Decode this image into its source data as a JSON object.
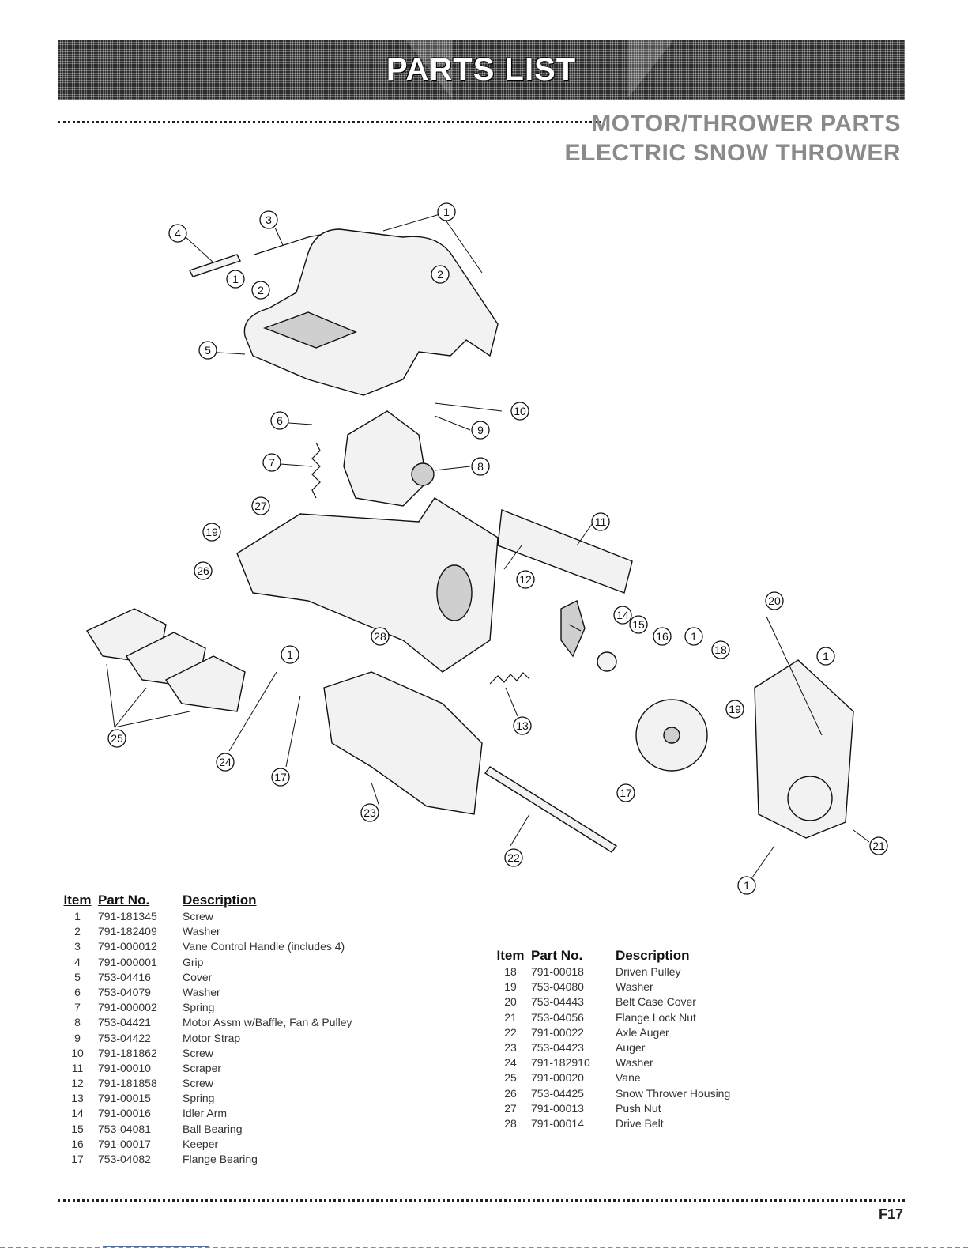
{
  "banner": {
    "title": "PARTS LIST"
  },
  "section": {
    "line1": "MOTOR/THROWER PARTS",
    "line2": "ELECTRIC SNOW THROWER"
  },
  "callouts": [
    "1",
    "2",
    "3",
    "4",
    "5",
    "6",
    "7",
    "8",
    "9",
    "10",
    "11",
    "12",
    "13",
    "14",
    "15",
    "16",
    "17",
    "18",
    "19",
    "20",
    "21",
    "22",
    "23",
    "24",
    "25",
    "26",
    "27",
    "28"
  ],
  "table": {
    "headers": {
      "item": "Item",
      "part_no": "Part No.",
      "description": "Description"
    },
    "left_rows": [
      {
        "item": "1",
        "part_no": "791-181345",
        "description": "Screw"
      },
      {
        "item": "2",
        "part_no": "791-182409",
        "description": "Washer"
      },
      {
        "item": "3",
        "part_no": "791-000012",
        "description": "Vane Control Handle (includes 4)"
      },
      {
        "item": "4",
        "part_no": "791-000001",
        "description": "Grip"
      },
      {
        "item": "5",
        "part_no": "753-04416",
        "description": "Cover"
      },
      {
        "item": "6",
        "part_no": "753-04079",
        "description": "Washer"
      },
      {
        "item": "7",
        "part_no": "791-000002",
        "description": "Spring"
      },
      {
        "item": "8",
        "part_no": "753-04421",
        "description": "Motor Assm w/Baffle, Fan & Pulley"
      },
      {
        "item": "9",
        "part_no": "753-04422",
        "description": "Motor Strap"
      },
      {
        "item": "10",
        "part_no": "791-181862",
        "description": "Screw"
      },
      {
        "item": "11",
        "part_no": "791-00010",
        "description": "Scraper"
      },
      {
        "item": "12",
        "part_no": "791-181858",
        "description": "Screw"
      },
      {
        "item": "13",
        "part_no": "791-00015",
        "description": "Spring"
      },
      {
        "item": "14",
        "part_no": "791-00016",
        "description": "Idler Arm"
      },
      {
        "item": "15",
        "part_no": "753-04081",
        "description": "Ball Bearing"
      },
      {
        "item": "16",
        "part_no": "791-00017",
        "description": "Keeper"
      },
      {
        "item": "17",
        "part_no": "753-04082",
        "description": "Flange Bearing"
      }
    ],
    "right_rows": [
      {
        "item": "18",
        "part_no": "791-00018",
        "description": "Driven Pulley"
      },
      {
        "item": "19",
        "part_no": "753-04080",
        "description": "Washer"
      },
      {
        "item": "20",
        "part_no": "753-04443",
        "description": "Belt Case Cover"
      },
      {
        "item": "21",
        "part_no": "753-04056",
        "description": "Flange Lock Nut"
      },
      {
        "item": "22",
        "part_no": "791-00022",
        "description": "Axle Auger"
      },
      {
        "item": "23",
        "part_no": "753-04423",
        "description": "Auger"
      },
      {
        "item": "24",
        "part_no": "791-182910",
        "description": "Washer"
      },
      {
        "item": "25",
        "part_no": "791-00020",
        "description": "Vane"
      },
      {
        "item": "26",
        "part_no": "753-04425",
        "description": "Snow Thrower Housing"
      },
      {
        "item": "27",
        "part_no": "791-00013",
        "description": "Push Nut"
      },
      {
        "item": "28",
        "part_no": "791-00014",
        "description": "Drive Belt"
      }
    ]
  },
  "footer": {
    "page_number": "F17"
  },
  "colors": {
    "title_gray": "#8a8a8a",
    "banner_dark": "#2b2b2b",
    "link_blue": "#3d6fd6"
  }
}
